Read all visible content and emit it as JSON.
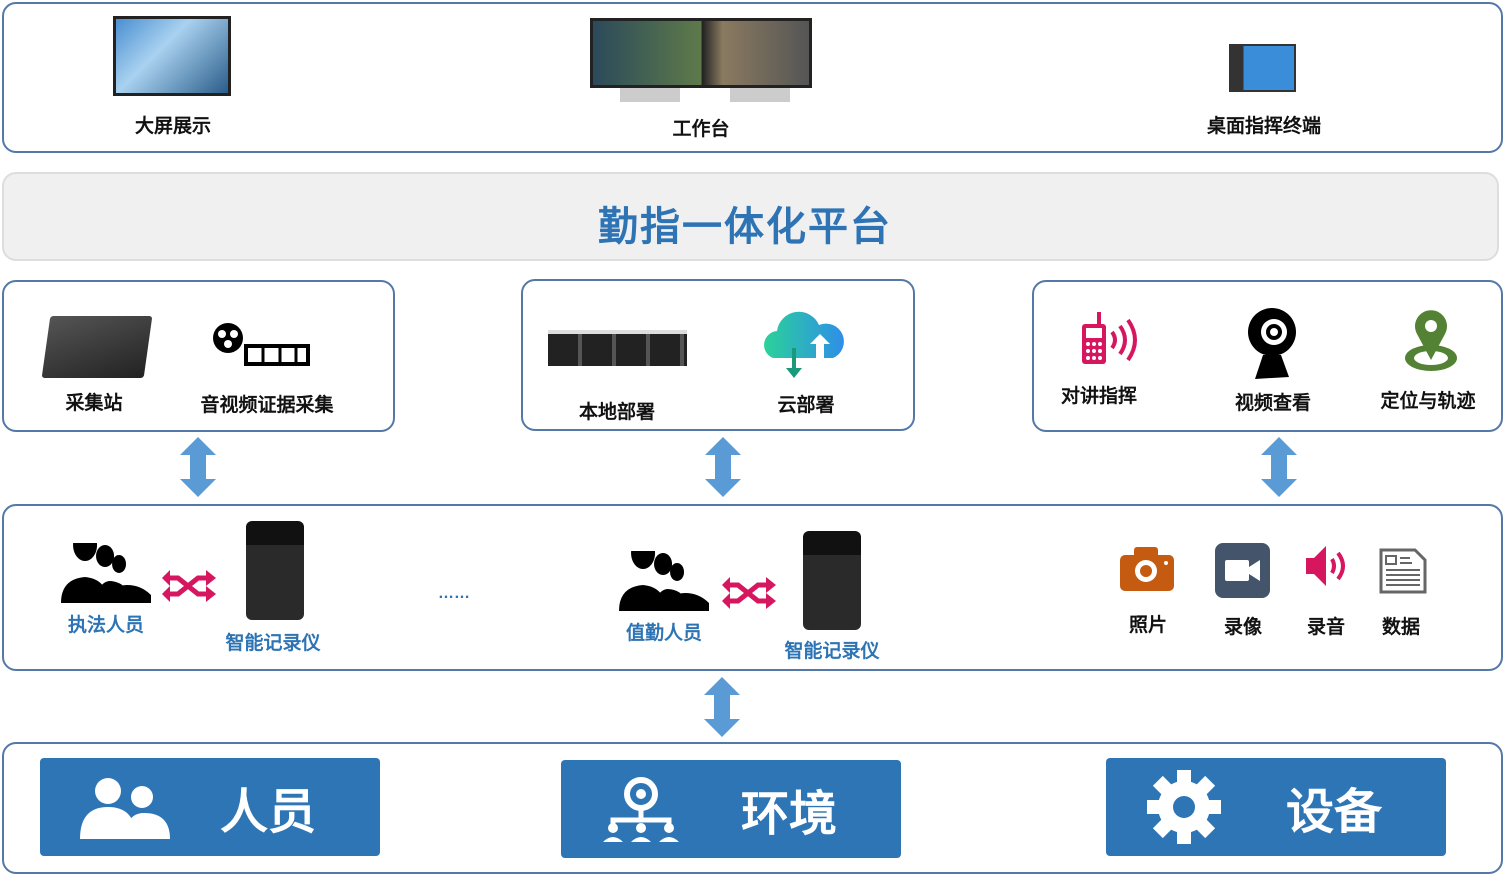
{
  "terminals": [
    {
      "label": "大屏展示"
    },
    {
      "label": "工作台"
    },
    {
      "label": "桌面指挥终端"
    }
  ],
  "platform": {
    "title": "勤指一体化平台"
  },
  "collection": {
    "items": [
      {
        "label": "采集站"
      },
      {
        "label": "音视频证据采集"
      }
    ]
  },
  "deployment": {
    "items": [
      {
        "label": "本地部署"
      },
      {
        "label": "云部署"
      }
    ]
  },
  "functions": {
    "items": [
      {
        "label": "对讲指挥"
      },
      {
        "label": "视频查看"
      },
      {
        "label": "定位与轨迹"
      }
    ]
  },
  "devices": {
    "groups": [
      {
        "person": "执法人员",
        "device": "智能记录仪"
      },
      {
        "person": "值勤人员",
        "device": "智能记录仪"
      }
    ],
    "ellipsis": "……",
    "media": [
      {
        "label": "照片"
      },
      {
        "label": "录像"
      },
      {
        "label": "录音"
      },
      {
        "label": "数据"
      }
    ]
  },
  "elements": [
    {
      "label": "人员"
    },
    {
      "label": "环境"
    },
    {
      "label": "设备"
    }
  ],
  "colors": {
    "border": "#5478a8",
    "accent": "#2e75b6",
    "arrow": "#5b9bd5",
    "pink": "#d6175f"
  }
}
